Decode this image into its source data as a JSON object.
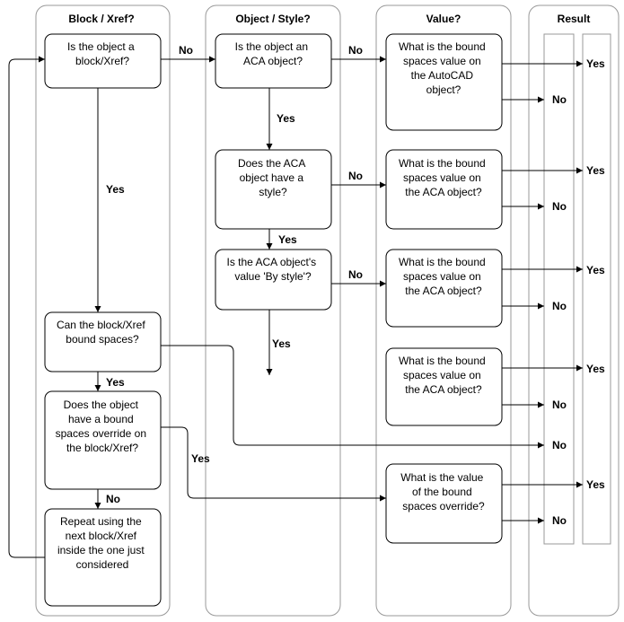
{
  "lanes": {
    "block": "Block / Xref?",
    "object": "Object / Style?",
    "value": "Value?",
    "result": "Result"
  },
  "nodes": {
    "is_block": [
      "Is the object a",
      "block/Xref?"
    ],
    "is_aca": [
      "Is the object an",
      "ACA object?"
    ],
    "aca_style": [
      "Does the ACA",
      "object have a",
      "style?"
    ],
    "by_style": [
      "Is the ACA object's",
      "value 'By style'?"
    ],
    "can_block": [
      "Can the block/Xref",
      "bound spaces?"
    ],
    "override": [
      "Does the object",
      "have a bound",
      "spaces override on",
      "the block/Xref?"
    ],
    "repeat": [
      "Repeat using the",
      "next block/Xref",
      "inside the one just",
      "considered"
    ],
    "val_autocad": [
      "What is the bound",
      "spaces value on",
      "the AutoCAD",
      "object?"
    ],
    "val_aca1": [
      "What is the bound",
      "spaces value on",
      "the ACA object?"
    ],
    "val_aca2": [
      "What is the bound",
      "spaces value on",
      "the ACA object?"
    ],
    "val_aca3": [
      "What is the bound",
      "spaces value on",
      "the ACA object?"
    ],
    "val_override": [
      "What is the value",
      "of the bound",
      "spaces override?"
    ]
  },
  "labels": {
    "yes": "Yes",
    "no": "No"
  },
  "colors": {
    "lane_border": "#999999",
    "box_border": "#000000",
    "background": "#ffffff"
  }
}
